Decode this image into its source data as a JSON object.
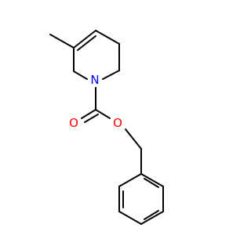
{
  "molecule": {
    "atoms": [
      {
        "id": "n",
        "label": "N"
      },
      {
        "id": "o-carbonyl",
        "label": "O"
      },
      {
        "id": "o-ester",
        "label": "O"
      }
    ],
    "colors": {
      "bond": "#000000",
      "nitrogen": "#0000ff",
      "oxygen": "#ff0000"
    }
  }
}
